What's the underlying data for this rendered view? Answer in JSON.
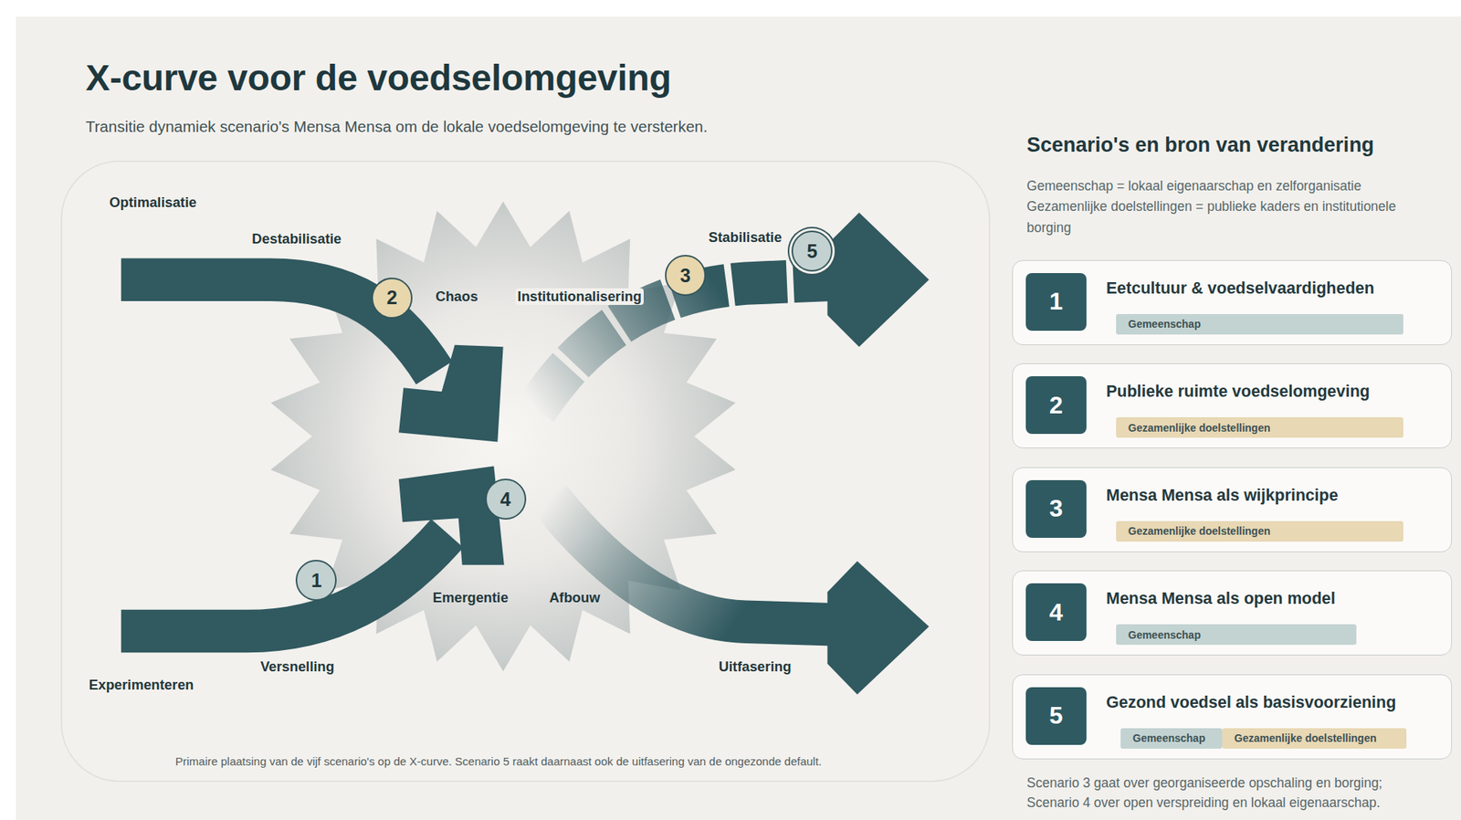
{
  "diagram": {
    "title": "X-curve voor de voedselomgeving",
    "caption": "Transitie dynamiek scenario's Mensa Mensa om de lokale voedselomgeving te versterken.",
    "nodes": [
      {
        "text": [
          "Eetcultuur & voedselvaardigheden"
        ]
      },
      {
        "text": [
          "1"
        ],
        "in": 0
      },
      {
        "text": [
          "Gemeenschap"
        ],
        "in": 0
      },
      {
        "text": [
          "Publieke ruimte voedselomgeving"
        ]
      },
      {
        "text": [
          "2"
        ],
        "in": 3
      },
      {
        "text": [
          "Gezamenlijke doelstellingen"
        ],
        "in": 3
      },
      {
        "text": [
          "Mensa Mensa als wijkprincipe"
        ]
      },
      {
        "text": [
          "3"
        ],
        "in": 6
      },
      {
        "text": [
          "Gezamenlijke doelstellingen"
        ],
        "in": 6
      },
      {
        "text": [
          "Mensa Mensa als open model"
        ]
      },
      {
        "text": [
          "4"
        ],
        "in": 9
      },
      {
        "text": [
          "Gemeenschap"
        ],
        "in": 9
      },
      {
        "text": [
          "Gezond voedsel als basisvoorziening"
        ]
      },
      {
        "text": [
          "5"
        ],
        "in": 12
      },
      {
        "text": [
          "Gemeenschap"
        ],
        "in": 12
      },
      {
        "text": [
          "Gezamenlijke doelstellingen"
        ],
        "in": 12
      }
    ],
    "labels": [
      "Optimalisatie",
      "Destabilisatie",
      "2",
      "Chaos",
      "Institutionalisering",
      "3",
      "Stabilisatie",
      "5",
      "4",
      "1",
      "Emergentie",
      "Afbouw",
      "Experimenteren",
      "Versnelling",
      "Uitfasering",
      "Primaire plaatsing van de vijf scenario's op de X-curve. Scenario 5 raakt daarnaast ook de uitfasering van de ongezonde default.",
      "Scenario's en bron van verandering",
      "Gemeenschap = lokaal eigenaarschap en zelforganisatie",
      "Gezamenlijke doelstellingen = publieke kaders en institutionele borging",
      "Scenario 3 gaat over georganiseerde opschaling en borging; Scenario 4 over open verspreiding en lokaal eigenaarschap."
    ]
  }
}
